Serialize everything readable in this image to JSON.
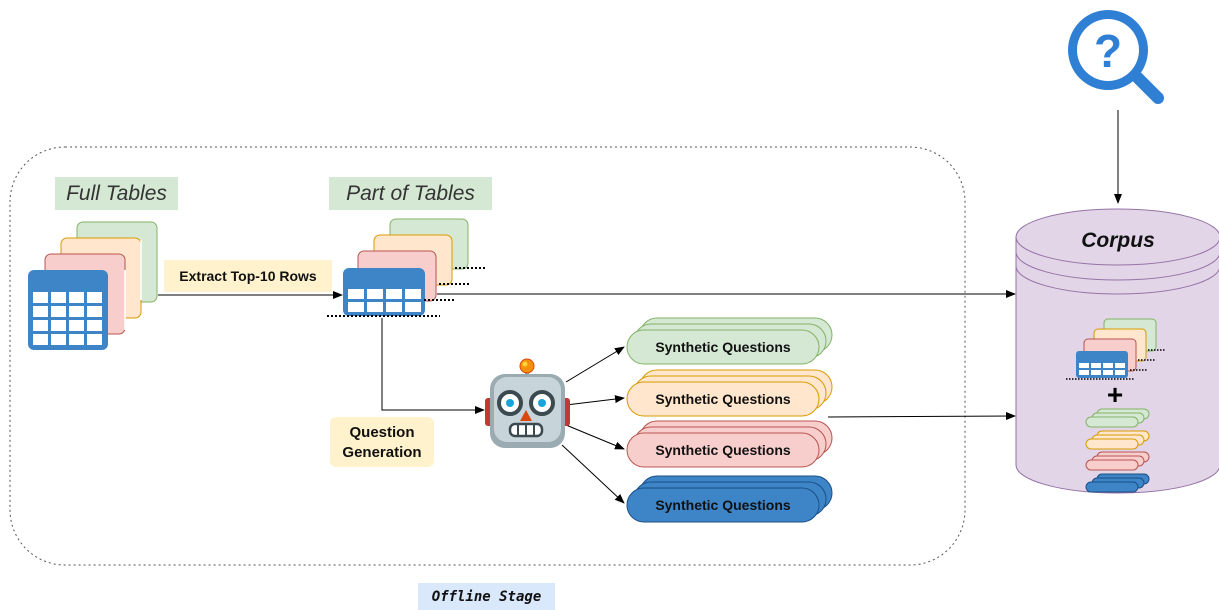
{
  "labels": {
    "full_tables": "Full Tables",
    "part_of_tables": "Part of Tables",
    "extract": "Extract Top-10 Rows",
    "question_generation_line1": "Question",
    "question_generation_line2": "Generation",
    "corpus": "Corpus",
    "plus": "+",
    "offline_stage": "Offline Stage"
  },
  "synthetic_questions": [
    {
      "label": "Synthetic Questions",
      "fill": "#d5e8d4",
      "stroke": "#82b366"
    },
    {
      "label": "Synthetic Questions",
      "fill": "#ffe6cc",
      "stroke": "#d79b00"
    },
    {
      "label": "Synthetic Questions",
      "fill": "#f8cecc",
      "stroke": "#b85450"
    },
    {
      "label": "Synthetic Questions",
      "fill": "#3d85c6",
      "stroke": "#1c4f87"
    }
  ],
  "colors": {
    "green_fill": "#d5e8d4",
    "green_stroke": "#82b366",
    "orange_fill": "#ffe6cc",
    "orange_stroke": "#d79b00",
    "red_fill": "#f8cecc",
    "red_stroke": "#b85450",
    "blue_table": "#3d85c6",
    "label_green_bg": "#d5e8d4",
    "label_yellow_bg": "#fff2cc",
    "corpus_fill": "#e1d5e7",
    "corpus_stroke": "#9673a6",
    "offline_bg": "#dae8fc",
    "search_icon": "#2f7fd4"
  },
  "icons": [
    "question-search-icon",
    "robot-icon",
    "table-stack-icon",
    "corpus-cylinder-icon"
  ]
}
